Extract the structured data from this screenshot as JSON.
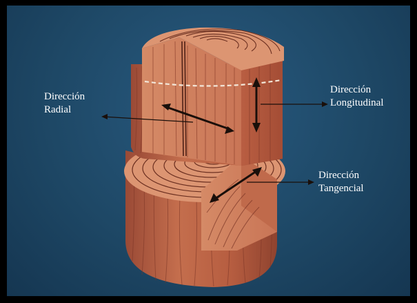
{
  "labels": {
    "radial": {
      "line1": "Dirección",
      "line2": "Radial"
    },
    "longitudinal": {
      "line1": "Dirección",
      "line2": "Longitudinal"
    },
    "tangencial": {
      "line1": "Dirección",
      "line2": "Tangencial"
    }
  },
  "colors": {
    "background": "#1e4866",
    "frame": "#000000",
    "wood_light": "#d98860",
    "wood_dark": "#b45a3a",
    "wood_bark": "#a8503a",
    "ring": "#5a2a1c",
    "arrow": "#1a0f0a",
    "label_text": "#ffffff"
  }
}
